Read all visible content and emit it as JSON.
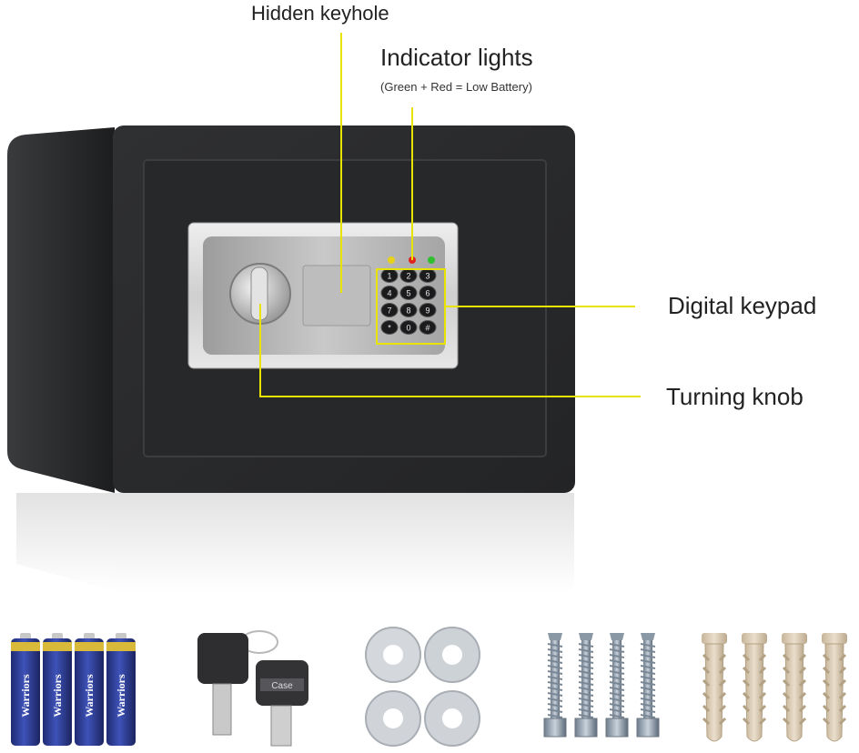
{
  "callouts": {
    "hidden_keyhole": "Hidden keyhole",
    "indicator_lights": "Indicator lights",
    "indicator_note": "(Green + Red = Low Battery)",
    "digital_keypad": "Digital keypad",
    "turning_knob": "Turning knob"
  },
  "keypad": {
    "keys": [
      "1",
      "2",
      "3",
      "4",
      "5",
      "6",
      "7",
      "8",
      "9",
      "*",
      "0",
      "#"
    ]
  },
  "batteries": {
    "brand": "Warriors",
    "count": 4
  },
  "key_tag": "Case",
  "colors": {
    "callout_line": "#e8e400",
    "safe_body": "#2a2b2d",
    "led_yellow": "#e6d21a",
    "led_red": "#e0231c",
    "led_green": "#2fbf2f",
    "battery_blue": "#2a3a8f",
    "wall_plug": "#d9c9b0"
  },
  "indicators": [
    "led-yellow",
    "led-red",
    "led-green"
  ],
  "accessories": [
    "batteries",
    "keys",
    "washers",
    "screws",
    "wall-plugs"
  ]
}
